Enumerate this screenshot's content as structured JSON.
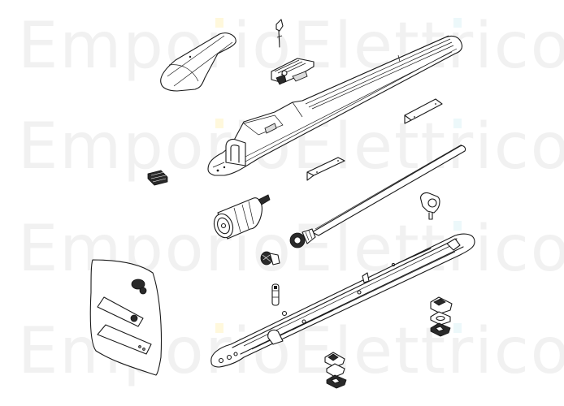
{
  "watermark": {
    "word1": "Emporio",
    "word2": "Elettrico",
    "text_color": "#f1f1f1",
    "accent_dot_emporio": "#fff8dc",
    "accent_dot_elettrico": "#ecf8fa",
    "rows": 4
  },
  "diagram": {
    "type": "exploded-parts-view",
    "background": "#ffffff",
    "line_color": "#1a1a1a",
    "parts": [
      {
        "id": "end-cap-cover",
        "description": "rounded motor end cap cover"
      },
      {
        "id": "release-key",
        "description": "small release key"
      },
      {
        "id": "release-lever-housing",
        "description": "release lever housing block"
      },
      {
        "id": "upper-motor-cover",
        "description": "long upper motor housing cover"
      },
      {
        "id": "terminal-block",
        "description": "terminal connector block"
      },
      {
        "id": "bracket-plate-upper",
        "description": "angled limit bracket plate (right)"
      },
      {
        "id": "bracket-plate-lower",
        "description": "angled limit bracket plate (left)"
      },
      {
        "id": "worm-screw-shaft",
        "description": "long worm screw shaft"
      },
      {
        "id": "electric-motor",
        "description": "DC electric motor"
      },
      {
        "id": "nut-carriage",
        "description": "nut carriage with attachment"
      },
      {
        "id": "worm-gear",
        "description": "worm gear with bearing"
      },
      {
        "id": "pinion-gear",
        "description": "small pinion gear"
      },
      {
        "id": "pin",
        "description": "small cylindrical pin"
      },
      {
        "id": "lower-base-housing",
        "description": "long lower base housing"
      },
      {
        "id": "accessory-bag",
        "description": "bag with mounting brackets and bushing"
      },
      {
        "id": "limit-switch-stack-right",
        "description": "stacked limit switch parts (right)"
      },
      {
        "id": "limit-switch-stack-left",
        "description": "stacked limit switch parts (left)"
      }
    ]
  }
}
